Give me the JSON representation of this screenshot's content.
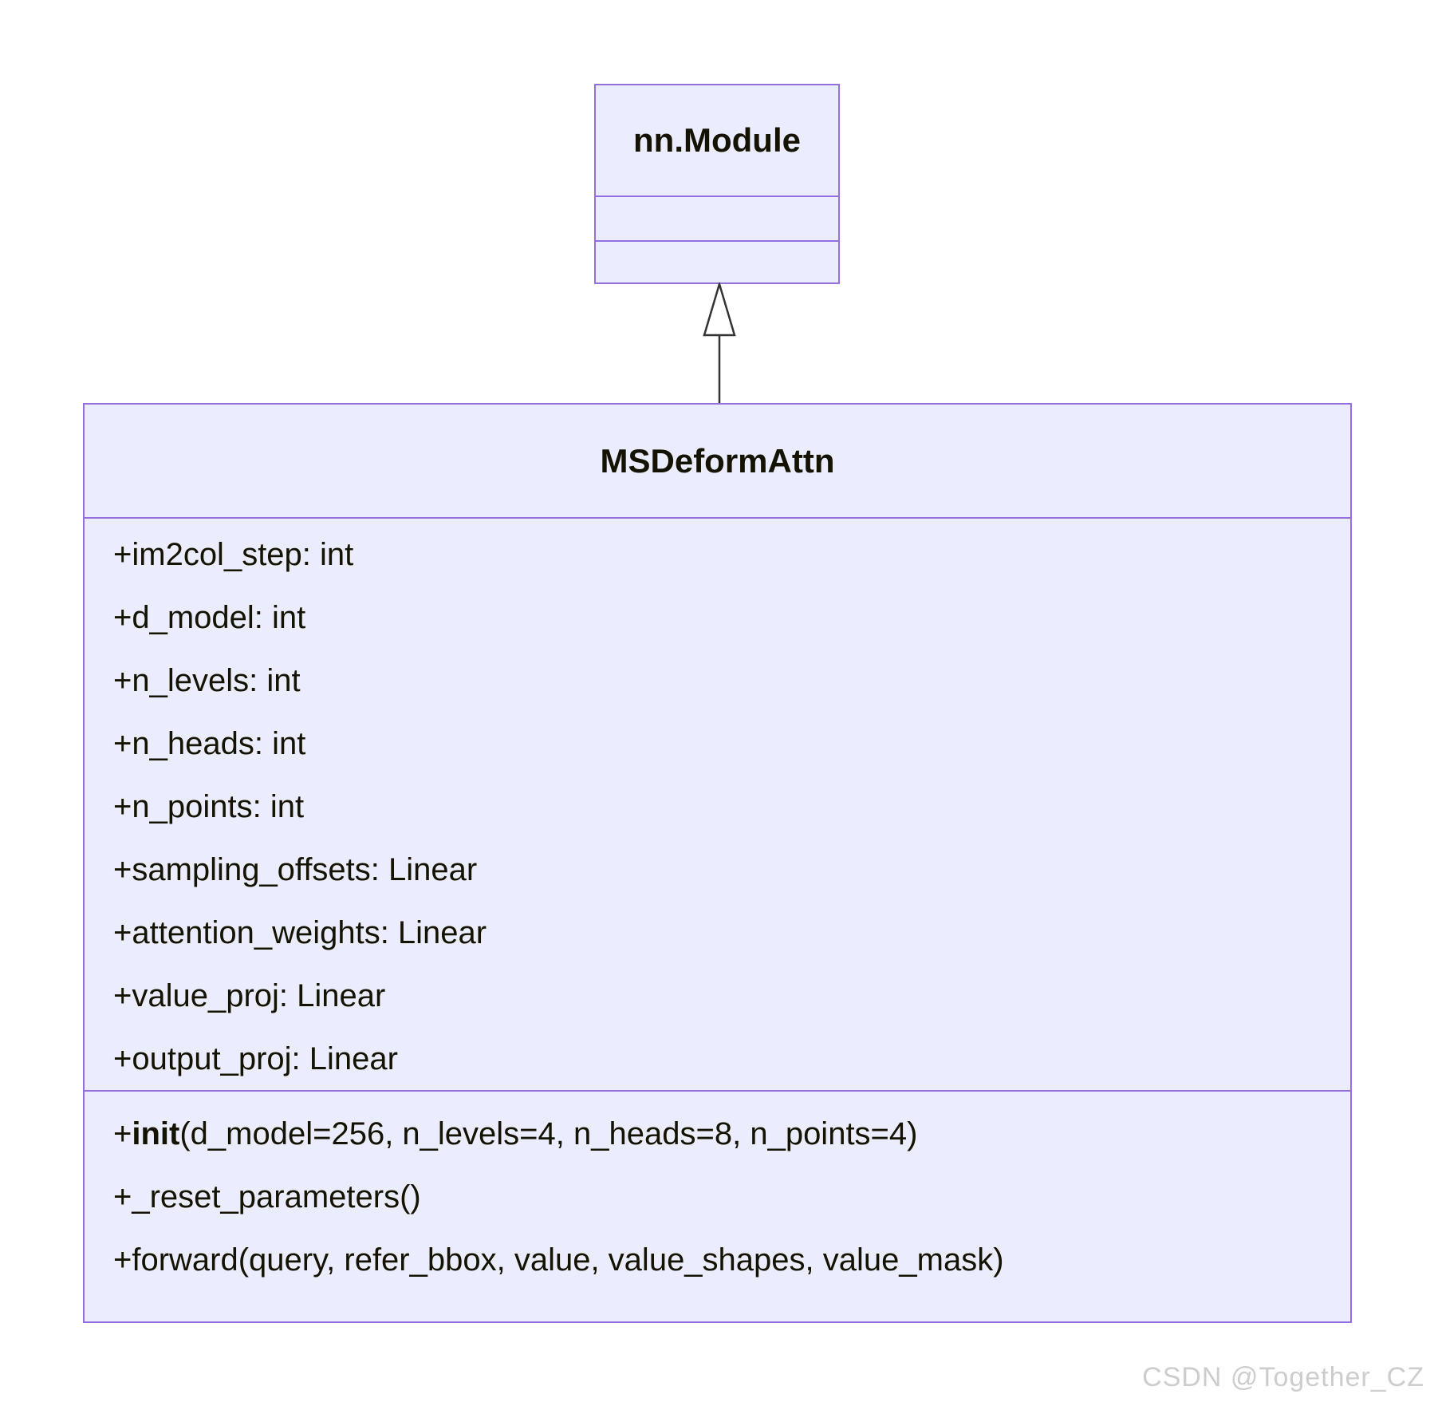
{
  "diagram": {
    "parent_class": {
      "name": "nn.Module",
      "attributes": [],
      "methods": []
    },
    "child_class": {
      "name": "MSDeformAttn",
      "attributes": [
        "+im2col_step: int",
        "+d_model: int",
        "+n_levels: int",
        "+n_heads: int",
        "+n_points: int",
        "+sampling_offsets: Linear",
        "+attention_weights: Linear",
        "+value_proj: Linear",
        "+output_proj: Linear"
      ],
      "methods": [
        {
          "before": "+",
          "bold": "init",
          "after": "(d_model=256, n_levels=4, n_heads=8, n_points=4)"
        },
        {
          "before": "+_reset_parameters()",
          "bold": "",
          "after": ""
        },
        {
          "before": "+forward(query, refer_bbox, value, value_shapes, value_mask)",
          "bold": "",
          "after": ""
        }
      ]
    },
    "relation": {
      "type": "inheritance",
      "from": "MSDeformAttn",
      "to": "nn.Module"
    }
  },
  "watermark": {
    "text": "CSDN @Together_CZ"
  },
  "colors": {
    "box_fill": "#ECECFF",
    "box_stroke": "#9370DB",
    "text": "#131300",
    "arrow": "#333333",
    "watermark": "#cdcdcd",
    "background": "#ffffff"
  }
}
